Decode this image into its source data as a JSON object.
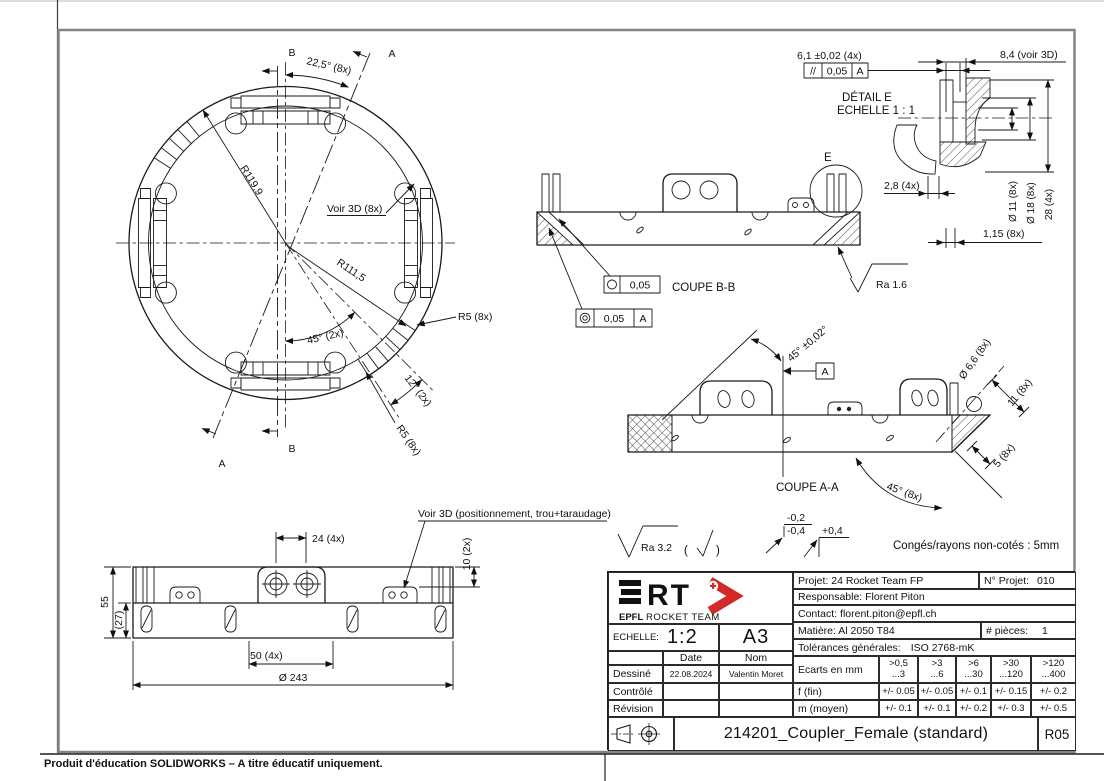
{
  "sheet": {
    "footer": "Produit d'éducation SOLIDWORKS – A titre éducatif uniquement."
  },
  "views": {
    "top": {
      "b_top": "B",
      "a_top": "A",
      "b_bottom": "B",
      "a_bottom": "A",
      "angle_225": "22,5° (8x)",
      "r_119": "R119,9",
      "voir_3d": "Voir 3D (8x)",
      "r_111": "R111,5",
      "angle_45": "45° (2x)",
      "r5_right": "R5 (8x)",
      "angle_12": "12° (2x)",
      "r5_lower": "R5 (8x)"
    },
    "coupe_bb": {
      "title": "COUPE B-B",
      "e_label": "E",
      "circularity": "0,05",
      "concentricity": "0,05",
      "concentricity_datum": "A",
      "roughness": "Ra 1.6"
    },
    "detail_e": {
      "dim_6_1": "6,1 ±0,02 (4x)",
      "parallel_symbol": "//",
      "parallel_tol": "0,05",
      "parallel_datum": "A",
      "title": "DÉTAIL E",
      "scale": "ECHELLE 1 : 1",
      "dim_8_4": "8,4 (voir 3D)",
      "dim_2_8": "2,8 (4x)",
      "dia_11": "Ø 11 (8x)",
      "dia_18": "Ø 18 (8x)",
      "dim_28": "28 (4x)",
      "dim_1_15": "1,15 (8x)"
    },
    "coupe_aa": {
      "title": "COUPE A-A",
      "angle_tol": "45° ±0,02°",
      "datum": "A",
      "dia_6_6": "Ø 6,6 (8x)",
      "dim_11": "11 (8x)",
      "dim_5": "5 (8x)",
      "angle_45": "45° (8x)"
    },
    "front": {
      "dim_24": "24 (4x)",
      "voir_3d": "Voir 3D (positionnement, trou+taraudage)",
      "dim_10": "10 (2x)",
      "dim_55": "55",
      "dim_27": "(27)",
      "dim_50": "50 (4x)",
      "dia_243": "Ø 243"
    },
    "notes": {
      "roughness": "Ra 3.2",
      "paren_open": "(",
      "paren_close": ")",
      "edge_top": "-0,2",
      "edge_bottom": "-0,4",
      "edge_plus": "+0,4",
      "fillets": "Congés/rayons non-cotés : 5mm"
    }
  },
  "title_block": {
    "logo": {
      "letters": "RT",
      "epfl": "EPFL",
      "team": "ROCKET TEAM"
    },
    "projet": "Projet: 24 Rocket Team FP",
    "no_projet_label": "N° Projet:",
    "no_projet": "010",
    "responsable": "Responsable: Florent Piton",
    "contact": "Contact: florent.piton@epfl.ch",
    "matiere": "Matière: Al 2050 T84",
    "pieces_label": "# pièces:",
    "pieces": "1",
    "tolerances_label": "Tolérances générales:",
    "tolerances": "ISO 2768-mK",
    "echelle_label": "ECHELLE:",
    "echelle": "1:2",
    "format": "A3",
    "col_date": "Date",
    "col_nom": "Nom",
    "ecarts": "Ecarts en mm",
    "ranges_top": [
      ">0,5",
      ">3",
      ">6",
      ">30",
      ">120"
    ],
    "ranges_bottom": [
      "...3",
      "...6",
      "...30",
      "...120",
      "...400"
    ],
    "rows": [
      {
        "label": "Dessiné",
        "date": "22.08.2024",
        "nom": "Valentin Moret"
      },
      {
        "label": "Contrôlé",
        "date": "",
        "nom": ""
      },
      {
        "label": "Révision",
        "date": "",
        "nom": ""
      }
    ],
    "f_row": {
      "label": "f (fin)",
      "values": [
        "+/- 0.05",
        "+/- 0.05",
        "+/- 0.1",
        "+/- 0.15",
        "+/- 0.2"
      ]
    },
    "m_row": {
      "label": "m (moyen)",
      "values": [
        "+/- 0.1",
        "+/- 0.1",
        "+/- 0.2",
        "+/- 0.3",
        "+/- 0.5"
      ]
    },
    "part_title": "214201_Coupler_Female (standard)",
    "revision": "R05"
  }
}
